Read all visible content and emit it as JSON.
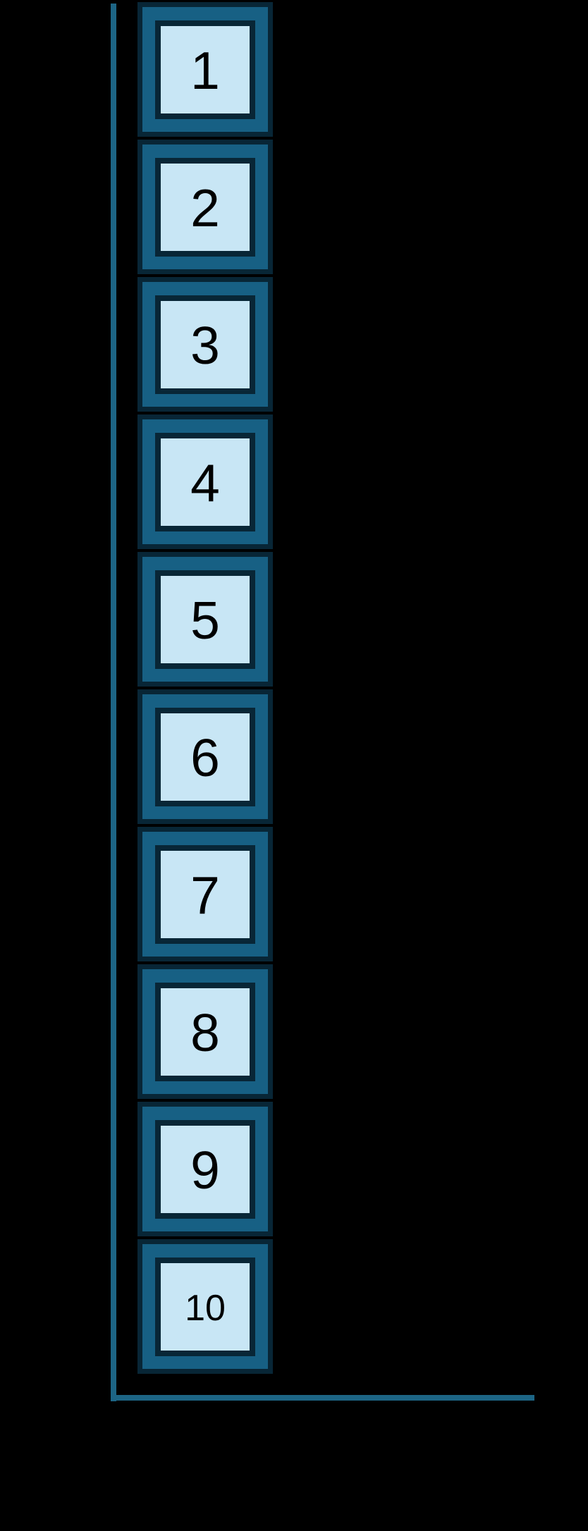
{
  "figure": {
    "colors": {
      "background": "#000000",
      "axis": "#1d6585",
      "cell_frame": "#082636",
      "cell_fill": "#176084",
      "cell_inner_fill": "#c8e6f5",
      "number": "#000000"
    },
    "axis": {
      "shape": "L",
      "vertical_line": "left",
      "horizontal_line": "bottom"
    },
    "cells": [
      {
        "label": "1"
      },
      {
        "label": "2"
      },
      {
        "label": "3"
      },
      {
        "label": "4"
      },
      {
        "label": "5"
      },
      {
        "label": "6"
      },
      {
        "label": "7"
      },
      {
        "label": "8"
      },
      {
        "label": "9"
      },
      {
        "label": "10"
      }
    ]
  }
}
